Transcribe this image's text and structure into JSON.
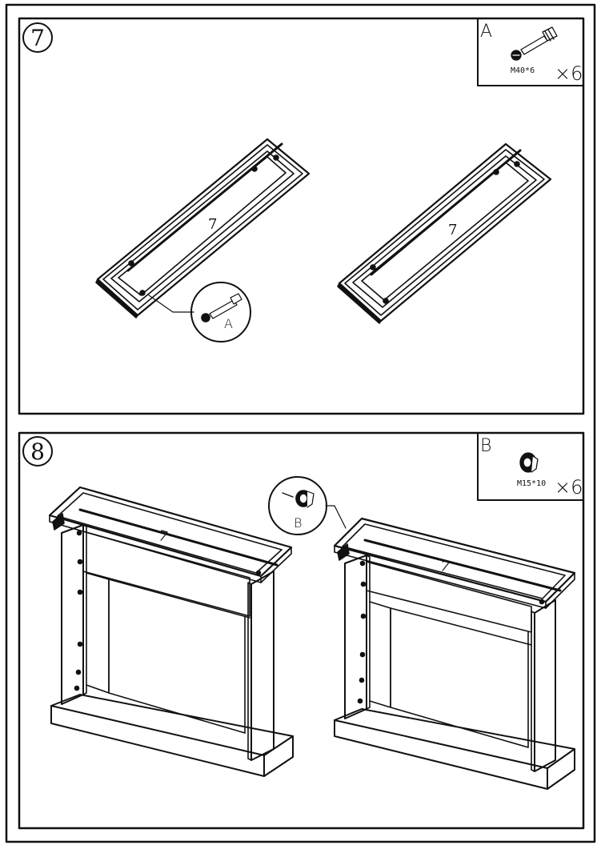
{
  "steps": [
    {
      "number": "7",
      "part_label": "7",
      "hardware": {
        "letter": "A",
        "spec": "M40*6",
        "quantity": "×6"
      },
      "callout_letter": "A"
    },
    {
      "number": "8",
      "part_label": "7",
      "hardware": {
        "letter": "B",
        "spec": "M15*10",
        "quantity": "×6"
      },
      "callout_letter": "B"
    }
  ],
  "colors": {
    "line": "#111111",
    "background": "#ffffff"
  }
}
